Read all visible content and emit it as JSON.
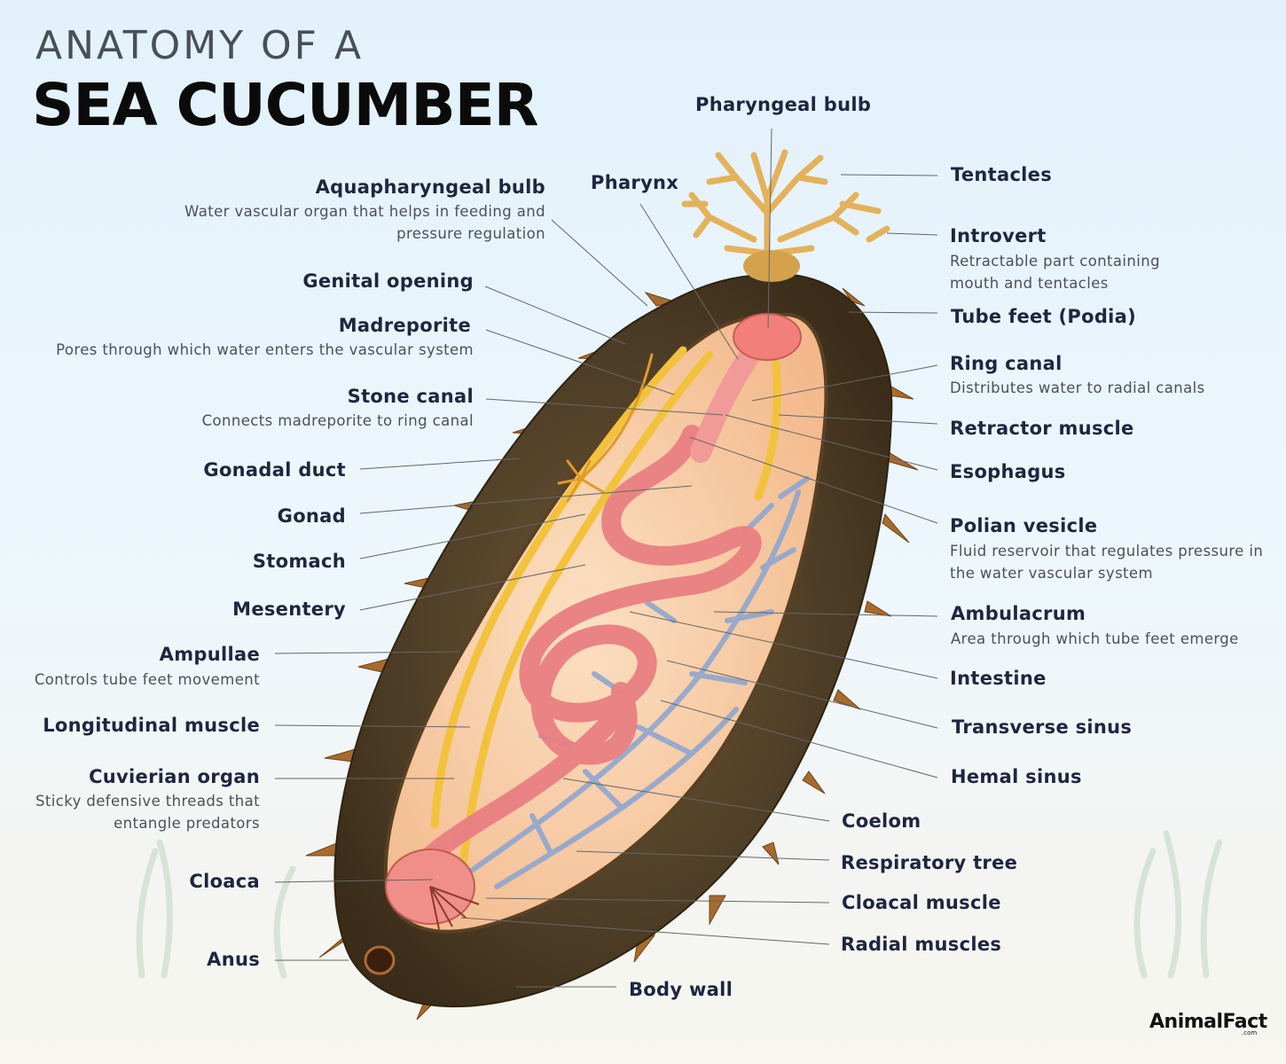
{
  "title": {
    "line1": "ANATOMY OF A",
    "line2": "SEA CUCUMBER"
  },
  "brand": {
    "name": "AnimalFact",
    "suffix": ".com"
  },
  "labels": {
    "pharyngeal_bulb": "Pharyngeal bulb",
    "pharynx": "Pharynx",
    "aquapharyngeal_bulb": {
      "name": "Aquapharyngeal bulb",
      "desc": "Water vascular organ that helps in feeding and pressure regulation"
    },
    "genital_opening": "Genital opening",
    "madreporite": {
      "name": "Madreporite",
      "desc": "Pores through which water enters the vascular system"
    },
    "stone_canal": {
      "name": "Stone canal",
      "desc": "Connects madreporite to ring canal"
    },
    "gonadal_duct": "Gonadal duct",
    "gonad": "Gonad",
    "stomach": "Stomach",
    "mesentery": "Mesentery",
    "ampullae": {
      "name": "Ampullae",
      "desc": "Controls tube feet movement"
    },
    "longitudinal_muscle": "Longitudinal muscle",
    "cuvierian_organ": {
      "name": "Cuvierian organ",
      "desc": "Sticky defensive threads that entangle predators"
    },
    "cloaca": "Cloaca",
    "anus": "Anus",
    "body_wall": "Body wall",
    "tentacles": "Tentacles",
    "introvert": {
      "name": "Introvert",
      "desc": "Retractable part containing mouth and tentacles"
    },
    "tube_feet": "Tube feet (Podia)",
    "ring_canal": {
      "name": "Ring canal",
      "desc": "Distributes water to radial canals"
    },
    "retractor_muscle": "Retractor muscle",
    "esophagus": "Esophagus",
    "polian_vesicle": {
      "name": "Polian vesicle",
      "desc": "Fluid reservoir that regulates pressure in the water vascular system"
    },
    "ambulacrum": {
      "name": "Ambulacrum",
      "desc": "Area through which tube feet emerge"
    },
    "intestine": "Intestine",
    "transverse_sinus": "Transverse sinus",
    "hemal_sinus": "Hemal sinus",
    "coelom": "Coelom",
    "respiratory_tree": "Respiratory tree",
    "cloacal_muscle": "Cloacal muscle",
    "radial_muscles": "Radial muscles"
  },
  "colors": {
    "body_wall": "#4a3a24",
    "coelom": "#f6c9a0",
    "intestine": "#ef8f8f",
    "respiratory_tree": "#8fa6cf",
    "muscle": "#f2c23c",
    "tentacles": "#e3b25a",
    "leader_line": "#666666"
  }
}
